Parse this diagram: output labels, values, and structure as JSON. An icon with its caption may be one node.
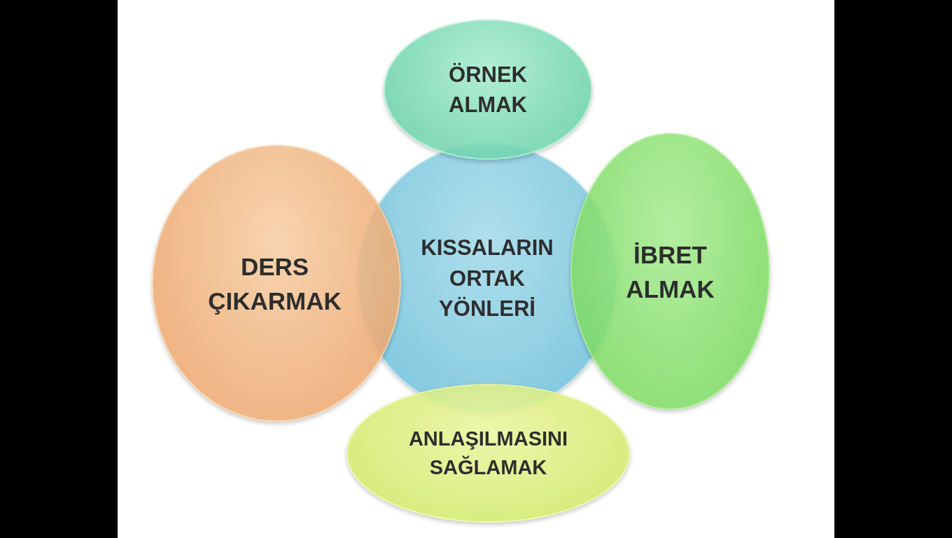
{
  "diagram": {
    "nodes": [
      {
        "text": [
          "ÖRNEK ALMAK"
        ]
      },
      {
        "text": [
          "DERS ÇIKARMAK"
        ]
      },
      {
        "text": [
          "KISSALARIN ORTAK YÖNLERİ"
        ]
      },
      {
        "text": [
          "İBRET ALMAK"
        ]
      },
      {
        "text": [
          "ANLAŞILMASINI SAĞLAMAK"
        ]
      }
    ]
  }
}
